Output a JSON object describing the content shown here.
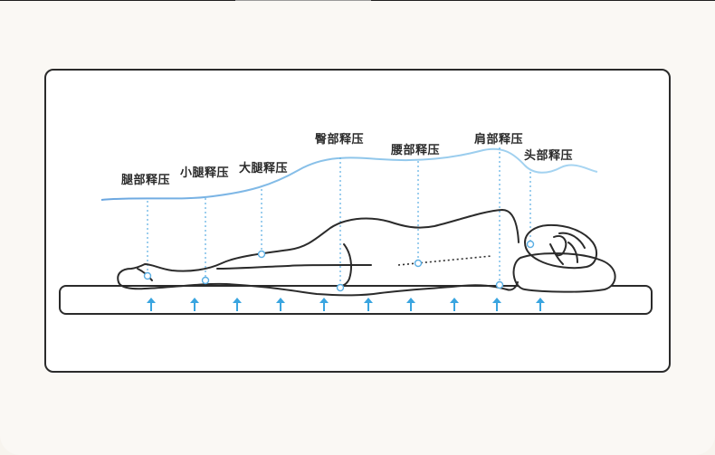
{
  "labels": {
    "leg": "腿部释压",
    "calf": "小腿释压",
    "thigh": "大腿释压",
    "hip": "臀部释压",
    "waist": "腰部释压",
    "shoulder": "肩部释压",
    "head": "头部释压"
  },
  "colors": {
    "outline": "#2b2b2b",
    "pressure_curve": "#8ec5ea",
    "guide": "#5aaee3",
    "arrow": "#3aa5e0",
    "card_border": "#2b2b2b"
  }
}
